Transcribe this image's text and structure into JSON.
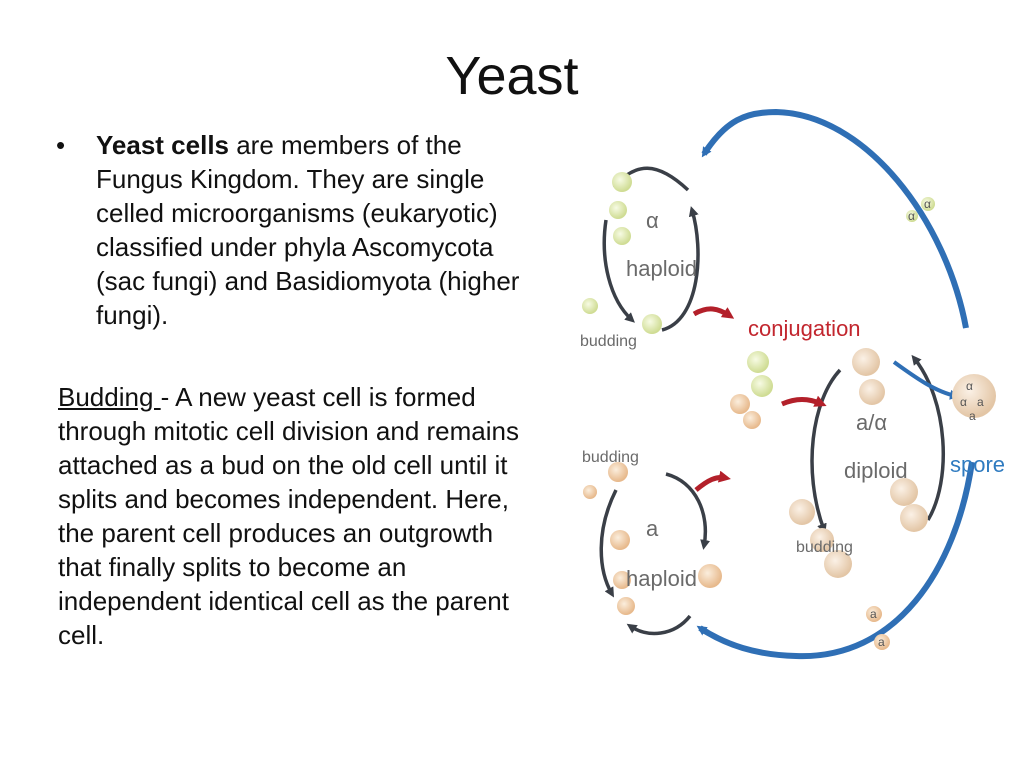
{
  "slide": {
    "title": "Yeast",
    "bullet": {
      "marker": "•",
      "bold_lead": "Yeast cells",
      "text": " are members of the Fungus Kingdom. They are single celled microorganisms (eukaryotic) classified under phyla Ascomycota (sac fungi) and Basidiomyota (higher fungi)."
    },
    "budding": {
      "heading": "Budding ",
      "text": "- A new yeast cell is formed through mitotic cell division and remains attached as a bud on the old cell until it splits and becomes independent. Here, the parent cell produces an outgrowth that finally splits to become an independent identical cell as the parent cell."
    }
  },
  "diagram": {
    "labels": {
      "alpha_top": "α",
      "haploid_top": "haploid",
      "budding_top": "budding",
      "conjugation": "conjugation",
      "a_alpha": "a/α",
      "diploid": "diploid",
      "budding_diploid": "budding",
      "spore": "spore",
      "budding_bottom": "budding",
      "a_bottom": "a",
      "haploid_bottom": "haploid"
    },
    "cell_marks": {
      "alpha": "α",
      "a": "a"
    },
    "colors": {
      "outer_arrow": "#2f6fb5",
      "inner_arrow": "#3a3f47",
      "conjugation_arrow": "#b3202a",
      "conjugation_text": "#c2262e",
      "spore_text": "#2f7bc0",
      "label_gray": "#6a6a6a",
      "alpha_cell": "#e2ecb8",
      "a_cell": "#f1cfa8",
      "diploid_cell": "#efd9c2"
    }
  }
}
